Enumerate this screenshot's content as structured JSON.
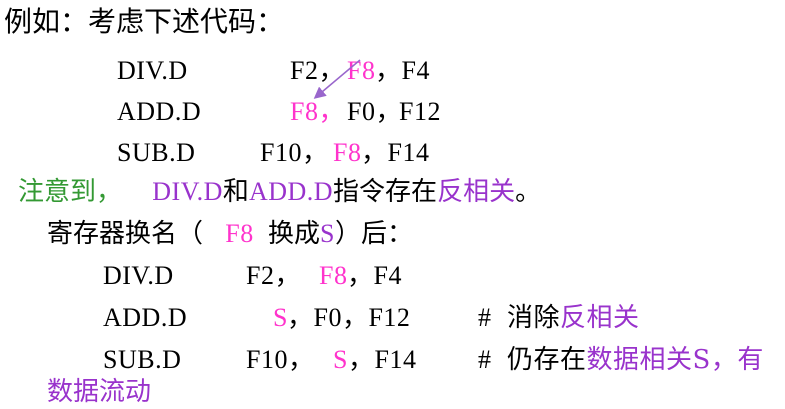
{
  "heading": "例如：考虑下述代码：",
  "code1": [
    {
      "op": "DIV.D",
      "r1": "F2，",
      "r2": "F8",
      "r3": "，F4"
    },
    {
      "op": "ADD.D",
      "r1": "F8，",
      "r2": "F0，",
      "r3": "F12"
    },
    {
      "op": "SUB.D",
      "r1": "F10，",
      "r2": "F8",
      "r3": "，F14"
    }
  ],
  "note": {
    "prefix": "注意到，",
    "div": "DIV.D",
    "and": "和",
    "add": "ADD.D",
    "mid": "指令存在",
    "hazard": "反相关",
    "end": "。"
  },
  "rename": {
    "text_a": "寄存器换名（",
    "reg": "F8",
    "text_b": "换成",
    "s": "S",
    "text_c": "）后："
  },
  "code2": [
    {
      "op": "DIV.D",
      "a": "F2，",
      "b": "F8",
      "c": "，F4"
    },
    {
      "op": "ADD.D",
      "a": "S",
      "b": "，F0，F12",
      "comment_hash": "#",
      "comment_a": "消除",
      "comment_b": "反相关"
    },
    {
      "op": "SUB.D",
      "a": "F10，",
      "b": "S",
      "c": "，F14",
      "comment_hash": "#",
      "comment_a": "仍存在",
      "comment_b": "数据相关S，有"
    }
  ],
  "tail": "数据流动",
  "colors": {
    "pink": "#ff33cc",
    "purple": "#9933cc",
    "green": "#339933",
    "arrow": "#9966cc"
  }
}
